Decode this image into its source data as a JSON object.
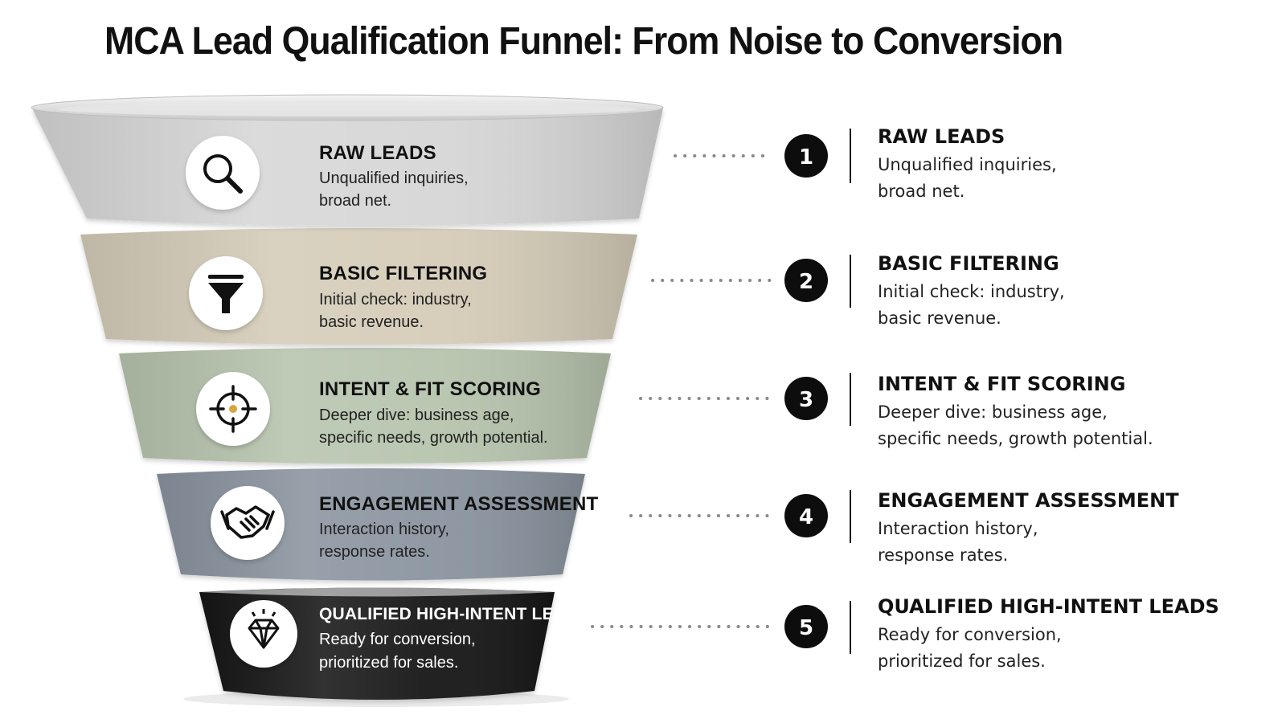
{
  "title": "MCA Lead Qualification Funnel: From Noise to Conversion",
  "stages": [
    {
      "number": "1",
      "title": "RAW LEADS",
      "desc": [
        "Unqualified inquiries,",
        "broad net."
      ],
      "icon": "magnifier-icon",
      "color": "#d6d6d6"
    },
    {
      "number": "2",
      "title": "BASIC FILTERING",
      "desc": [
        "Initial check: industry,",
        "basic revenue."
      ],
      "icon": "filter-icon",
      "color": "#d5ccb8"
    },
    {
      "number": "3",
      "title": "INTENT & FIT SCORING",
      "desc": [
        "Deeper dive: business age,",
        "specific needs, growth potential."
      ],
      "icon": "target-icon",
      "color": "#b6c4ad"
    },
    {
      "number": "4",
      "title": "ENGAGEMENT ASSESSMENT",
      "desc": [
        "Interaction history,",
        "response rates."
      ],
      "icon": "handshake-icon",
      "color": "#8a949f"
    },
    {
      "number": "5",
      "title": "QUALIFIED HIGH-INTENT LEADS",
      "desc": [
        "Ready for conversion,",
        "prioritized for sales."
      ],
      "icon": "diamond-icon",
      "color": "#161616"
    }
  ]
}
